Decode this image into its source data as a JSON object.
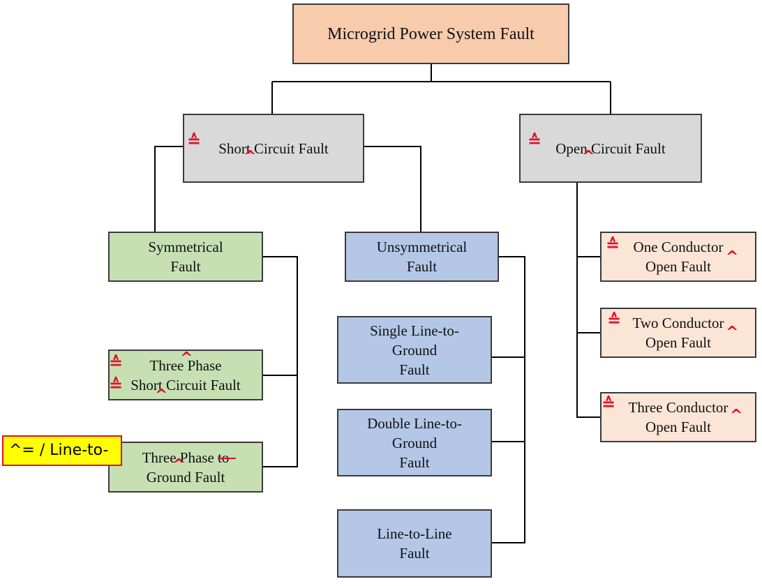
{
  "diagram": {
    "root": {
      "label": "Microgrid Power System Fault"
    },
    "short_circuit": {
      "label": "Short Circuit Fault"
    },
    "open_circuit": {
      "label": "Open Circuit Fault"
    },
    "symmetrical": {
      "line1": "Symmetrical",
      "line2": "Fault"
    },
    "unsymmetrical": {
      "line1": "Unsymmetrical",
      "line2": "Fault"
    },
    "three_phase_short": {
      "line1": "Three Phase",
      "line2": "Short Circuit Fault"
    },
    "three_phase_ground": {
      "line1": "Three Phase to",
      "line2": "Ground Fault"
    },
    "single_line_ground": {
      "line1": "Single Line-to-",
      "line2": "Ground",
      "line3": "Fault"
    },
    "double_line_ground": {
      "line1": "Double Line-to-",
      "line2": "Ground",
      "line3": "Fault"
    },
    "line_to_line": {
      "line1": "Line-to-Line",
      "line2": "Fault"
    },
    "one_conductor": {
      "line1": "One Conductor",
      "line2": "Open Fault"
    },
    "two_conductor": {
      "line1": "Two Conductor",
      "line2": "Open Fault"
    },
    "three_conductor": {
      "line1": "Three Conductor",
      "line2": "Open Fault"
    }
  },
  "annotation_note": {
    "text": "^= / Line-to-"
  },
  "marks": {
    "insert_equal": "≙",
    "insert_caret": "^"
  },
  "colors": {
    "root": "#f7cbac",
    "level1": "#d9d9d9",
    "symmetrical": "#c6e0b4",
    "unsymmetrical": "#b4c7e7",
    "open_types": "#fbe5d6",
    "annotation": "#e0102a",
    "note_bg": "#ffff00"
  }
}
